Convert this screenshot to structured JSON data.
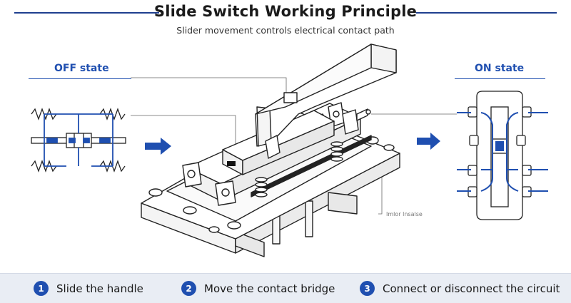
{
  "header": {
    "title": "Slide Switch Working Principle",
    "subtitle": "Slider movement controls electrical contact path"
  },
  "panels": {
    "off_label": "OFF state",
    "on_label": "ON state"
  },
  "callout": {
    "text": "Imlor lnsalse"
  },
  "steps": [
    {
      "num": "1",
      "text": "Slide the handle"
    },
    {
      "num": "2",
      "text": "Move the contact bridge"
    },
    {
      "num": "3",
      "text": "Connect or disconnect the circuit"
    }
  ],
  "colors": {
    "accent": "#1f4fb0",
    "line": "#222222",
    "footer_bg": "#e9edf4"
  }
}
